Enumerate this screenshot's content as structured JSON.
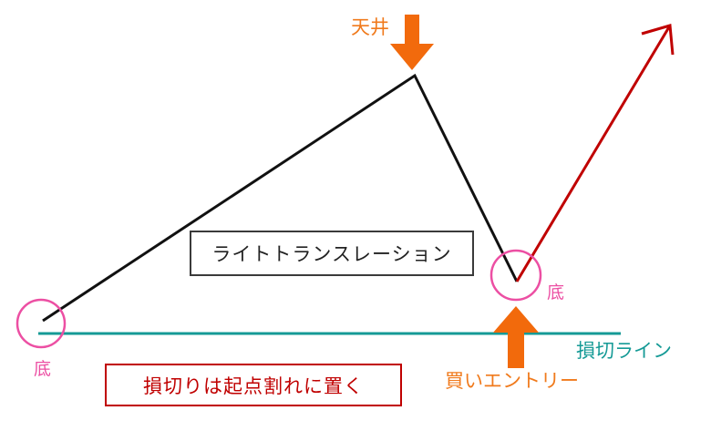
{
  "labels": {
    "top": "天井",
    "bottom_left": "底",
    "bottom_right": "底",
    "stop_line": "損切ライン",
    "buy_entry": "買いエントリー",
    "translation": "ライトトランスレーション",
    "stop_note": "損切りは起点割れに置く"
  },
  "colors": {
    "price_line": "#111111",
    "rise_arrow": "#c00000",
    "stop_line": "#159a96",
    "bottom_circle": "#ec4fa3",
    "marker_arrow": "#f26a0c",
    "label_orange": "#f07a1c",
    "note_border": "#c00000"
  },
  "icons": {
    "top_marker": "down-arrow-icon",
    "buy_marker": "up-arrow-icon"
  }
}
